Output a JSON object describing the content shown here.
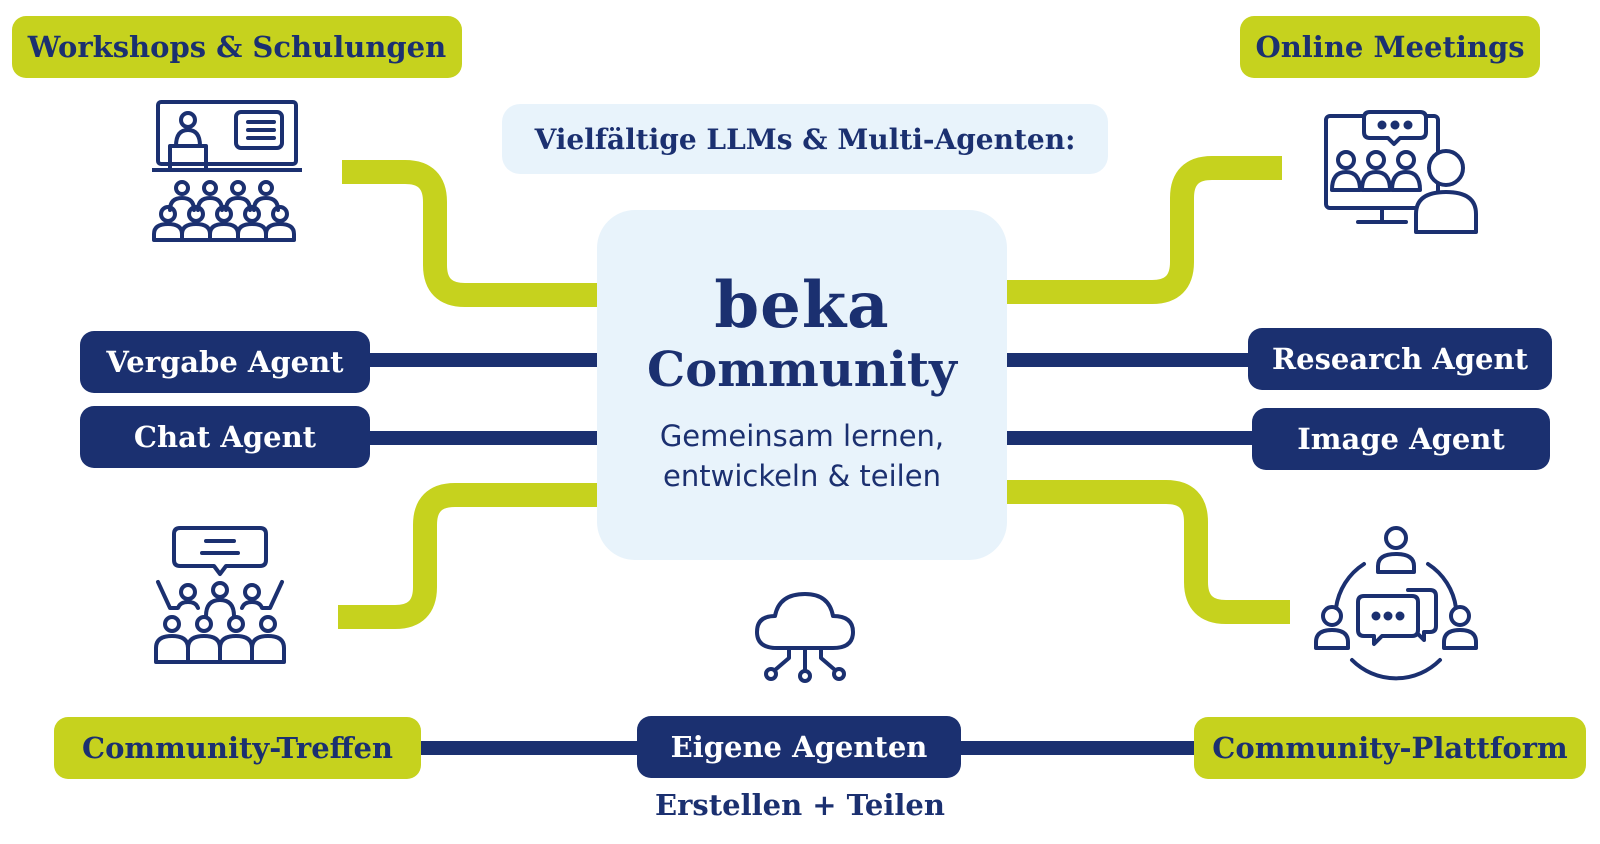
{
  "header": {
    "workshops": "Workshops & Schulungen",
    "meetings": "Online Meetings",
    "llms": "Vielfältige LLMs & Multi-Agenten:"
  },
  "center": {
    "title": "beka",
    "subtitle": "Community",
    "tagline_line1": "Gemeinsam lernen,",
    "tagline_line2": "entwickeln & teilen"
  },
  "agents": {
    "vergabe": "Vergabe Agent",
    "chat": "Chat Agent",
    "research": "Research Agent",
    "image": "Image Agent",
    "eigene": "Eigene Agenten"
  },
  "footer": {
    "treffen": "Community-Treffen",
    "plattform": "Community-Plattform",
    "tagline": "Erstellen + Teilen"
  },
  "icons": {
    "presentation": "presentation-audience-icon",
    "video_meeting": "video-meeting-icon",
    "discussion_crowd": "discussion-crowd-icon",
    "cloud": "cloud-network-icon",
    "community_circle": "community-circle-icon"
  },
  "colors": {
    "navy": "#1b3070",
    "lime": "#c6d21e",
    "light_blue": "#e8f3fb"
  }
}
